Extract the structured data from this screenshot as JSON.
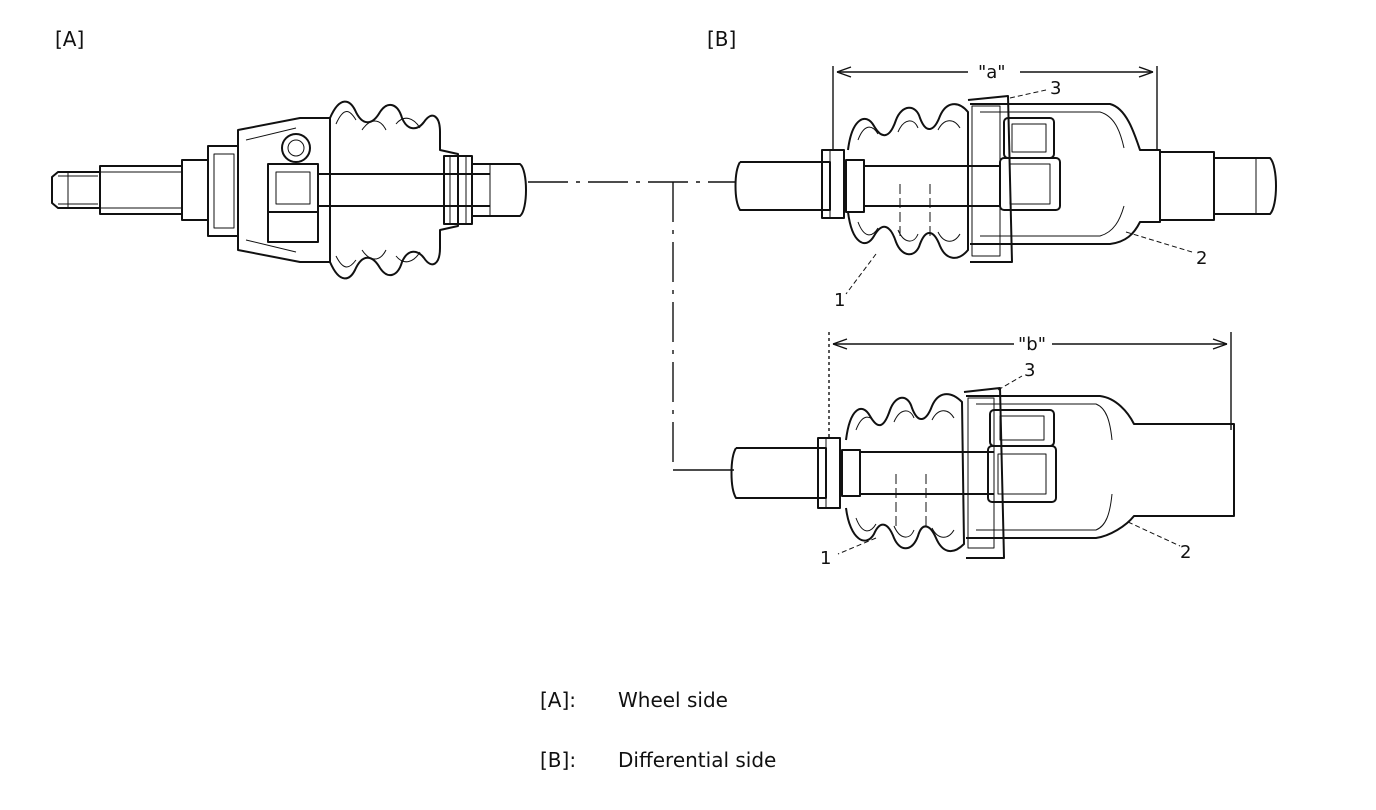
{
  "labels": {
    "section_a": "[A]",
    "section_b": "[B]",
    "dim_a": "\"a\"",
    "dim_b": "\"b\""
  },
  "callouts": {
    "upper": [
      "3",
      "2",
      "1"
    ],
    "lower": [
      "3",
      "1",
      "2"
    ]
  },
  "legend": [
    {
      "key": "[A]:",
      "text": "Wheel side"
    },
    {
      "key": "[B]:",
      "text": "Differential side"
    }
  ]
}
